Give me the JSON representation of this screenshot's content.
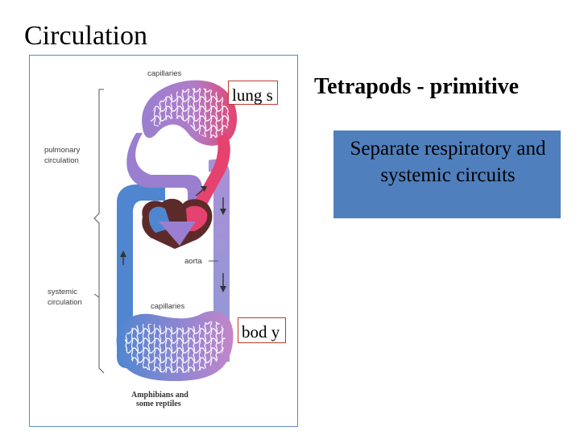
{
  "slide": {
    "title": "Circulation",
    "heading": "Tetrapods - primitive",
    "box_text": "Separate respiratory and systemic circuits",
    "callout_lungs": "lung s",
    "callout_body": "bod y"
  },
  "diagram": {
    "capillaries_top": "capillaries",
    "capillaries_bottom": "capillaries",
    "pulmonary_line1": "pulmonary",
    "pulmonary_line2": "circulation",
    "systemic_line1": "systemic",
    "systemic_line2": "circulation",
    "aorta": "aorta",
    "caption_line1": "Amphibians and",
    "caption_line2": "some reptiles"
  },
  "colors": {
    "oxygenated": "#e5426f",
    "deoxygenated": "#4f86cf",
    "mixed": "#9a7fd0",
    "box": "#4f7fbd",
    "frame": "#5f86c8",
    "callout_border": "#c0392b"
  }
}
